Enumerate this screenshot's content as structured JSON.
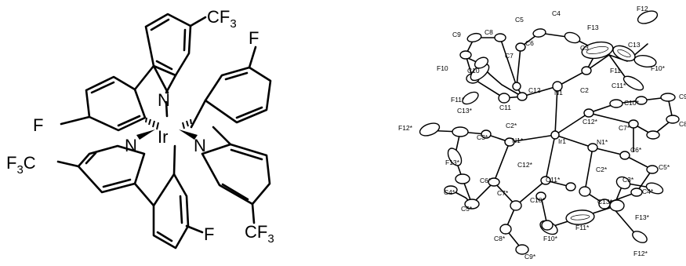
{
  "structure": {
    "metal": "Ir",
    "nitrogen": "N",
    "fluorine": "F",
    "cf3_prefix": "CF",
    "cf3_sub": "3",
    "f3c_prefix": "F",
    "f3c_sub": "3",
    "f3c_suffix": "C"
  },
  "ortep": {
    "labels": {
      "C5": "C5",
      "C4": "C4",
      "F12": "F12",
      "C9": "C9",
      "C8": "C8",
      "F13": "F13",
      "C6": "C6",
      "C3": "C3",
      "C13": "C13",
      "C7": "C7",
      "F10": "F10",
      "C10": "C10",
      "F11": "F11",
      "F10s": "F10*",
      "C11s": "C11*",
      "C12": "C12",
      "N1": "N1",
      "C2": "C2",
      "F11s": "F11*",
      "C11": "C11",
      "C10s": "C10*",
      "C13s": "C13*",
      "C2s": "C2*",
      "C12s": "C12*",
      "F12s": "F12*",
      "C3s": "C3*",
      "N1s": "N1*",
      "Ir1": "Ir1",
      "C7s": "C7*",
      "F13s": "F13*",
      "C6s": "C6*",
      "C5s": "C5*",
      "C12s2": "C12*",
      "C2s2": "C2*",
      "C4s": "C4*",
      "C6s2": "C6*",
      "C11s2": "C11*",
      "C3s2": "C3*",
      "C7s2": "C7*",
      "C4s2": "C4*",
      "C5s2": "C5*",
      "C10s2": "C10*",
      "C13s2": "C13*",
      "F13s2": "F13*",
      "F11s2": "F11*",
      "C8s": "C8*",
      "C9s": "C9*",
      "F10s2": "F10*",
      "F12s2": "F12*",
      "C9e": "C9",
      "C8e": "C8"
    }
  }
}
